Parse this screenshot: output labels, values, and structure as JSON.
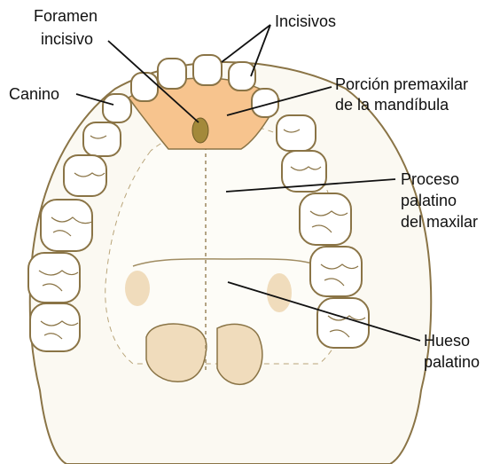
{
  "labels": {
    "foramen_line1": "Foramen",
    "foramen_line2": "incisivo",
    "incisivos": "Incisivos",
    "canino": "Canino",
    "premaxilar_line1": "Porción premaxilar",
    "premaxilar_line2": "de la mandíbula",
    "proceso_line1": "Proceso",
    "proceso_line2": "palatino",
    "proceso_line3": "del maxilar",
    "hueso_line1": "Hueso",
    "hueso_line2": "palatino"
  },
  "colors": {
    "outline": "#8a7446",
    "bone_fill": "#fbf9f2",
    "tooth_fill": "#ffffff",
    "premaxilla_fill": "#f7c48e",
    "foramen_fill": "#a3893a",
    "shadow_fill": "#f0dcbc",
    "leader_line": "#111111"
  }
}
